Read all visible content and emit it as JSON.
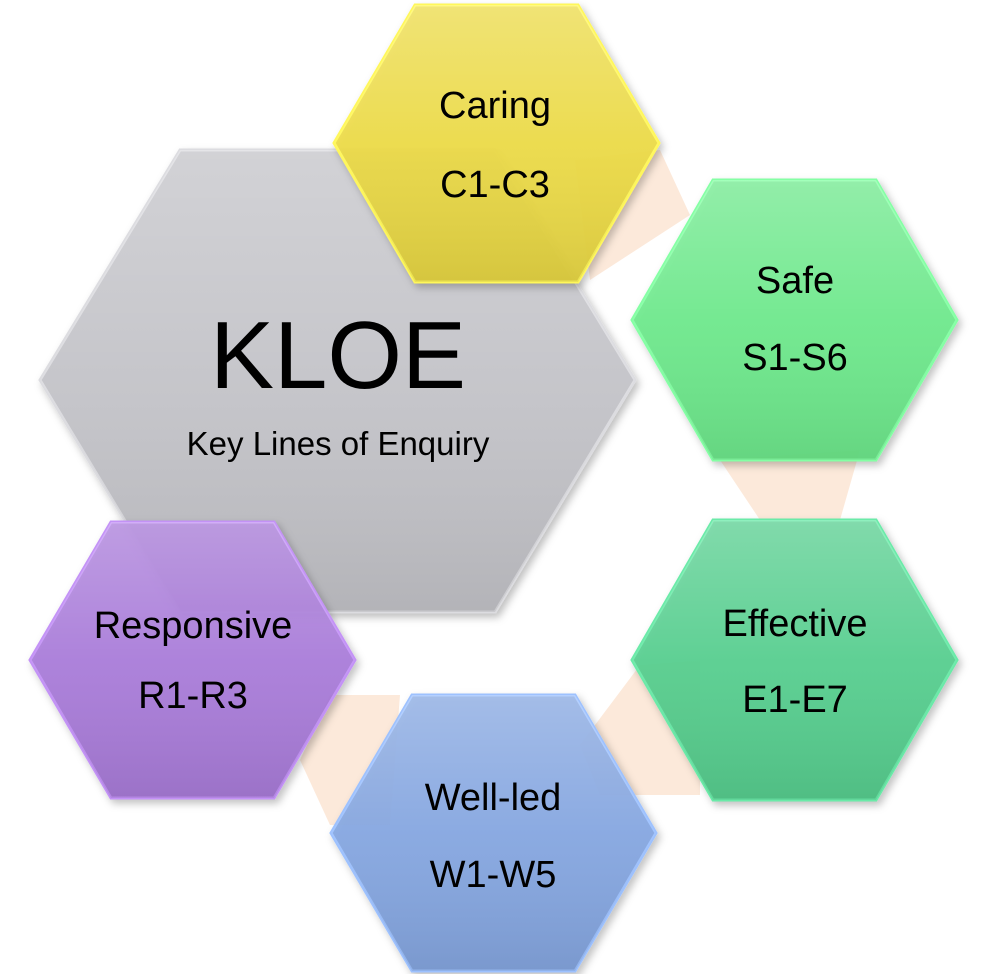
{
  "center": {
    "title": "KLOE",
    "subtitle": "Key Lines of Enquiry",
    "color": "#c3c3c8"
  },
  "hexagons": [
    {
      "id": "caring",
      "label": "Caring",
      "code": "C1-C3",
      "color": "#ecd93c"
    },
    {
      "id": "safe",
      "label": "Safe",
      "code": "S1-S6",
      "color": "#66e886"
    },
    {
      "id": "effective",
      "label": "Effective",
      "code": "E1-E7",
      "color": "#4dcc8a"
    },
    {
      "id": "well-led",
      "label": "Well-led",
      "code": "W1-W5",
      "color": "#7fa3e0"
    },
    {
      "id": "responsive",
      "label": "Responsive",
      "code": "R1-R3",
      "color": "#a574d8"
    }
  ],
  "connector_color": "#fbe5d4"
}
